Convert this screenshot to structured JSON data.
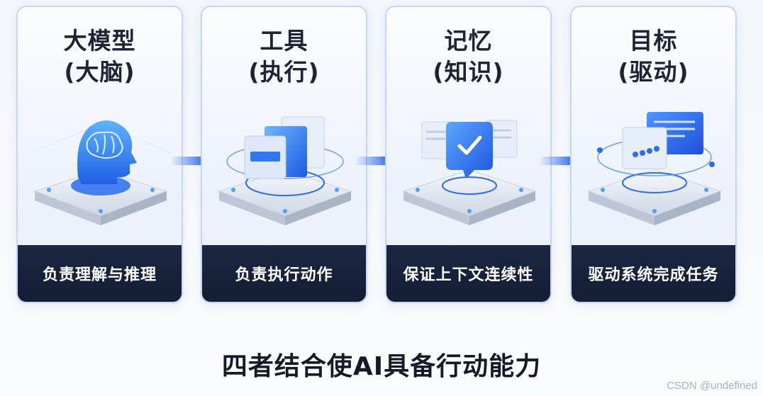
{
  "cards": [
    {
      "title_line1": "大模型",
      "title_line2": "(大脑)",
      "description": "负责理解与推理",
      "icon": "brain-icon"
    },
    {
      "title_line1": "工具",
      "title_line2": "(执行)",
      "description": "负责执行动作",
      "icon": "tool-panels-icon"
    },
    {
      "title_line1": "记忆",
      "title_line2": "(知识)",
      "description": "保证上下文连续性",
      "icon": "memory-check-icon"
    },
    {
      "title_line1": "目标",
      "title_line2": "(驱动)",
      "description": "驱动系统完成任务",
      "icon": "target-screens-icon"
    }
  ],
  "arrow_icon": "arrow-right-icon",
  "caption": "四者结合使AI具备行动能力",
  "watermark": "CSDN @undefined",
  "colors": {
    "accent": "#2f6bf0",
    "card_border": "#c3d6f6",
    "footer_bg": "#1b2742"
  }
}
